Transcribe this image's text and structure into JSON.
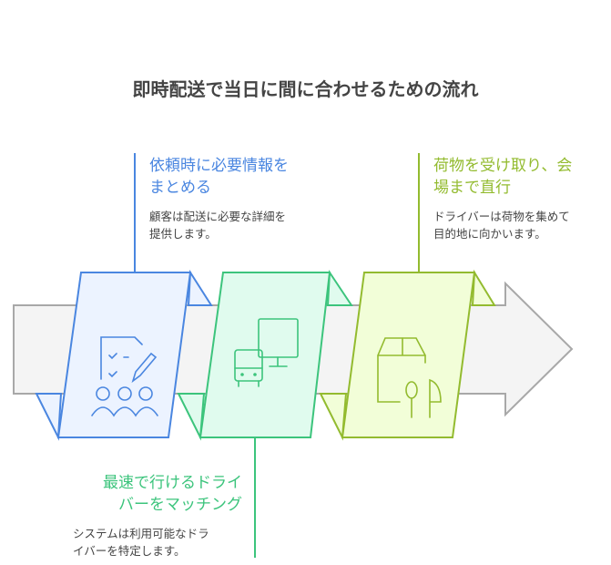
{
  "title": "即時配送で当日に間に合わせるための流れ",
  "colors": {
    "blue": "#4a86e0",
    "green": "#3cc47c",
    "lime": "#93bb2f",
    "arrow": "#f4f4f4"
  },
  "steps": [
    {
      "heading_line1": "依頼時に必要情報を",
      "heading_line2": "まとめる",
      "body_line1": "顧客は配送に必要な詳細を",
      "body_line2": "提供します。",
      "icon": "checklist-people-icon"
    },
    {
      "heading_line1": "最速で行けるドライ",
      "heading_line2": "バーをマッチング",
      "body_line1": "システムは利用可能なドラ",
      "body_line2": "イバーを特定します。",
      "icon": "monitor-bus-icon"
    },
    {
      "heading_line1": "荷物を受け取り、会",
      "heading_line2": "場まで直行",
      "body_line1": "ドライバーは荷物を集めて",
      "body_line2": "目的地に向かいます。",
      "icon": "box-location-icon"
    }
  ]
}
